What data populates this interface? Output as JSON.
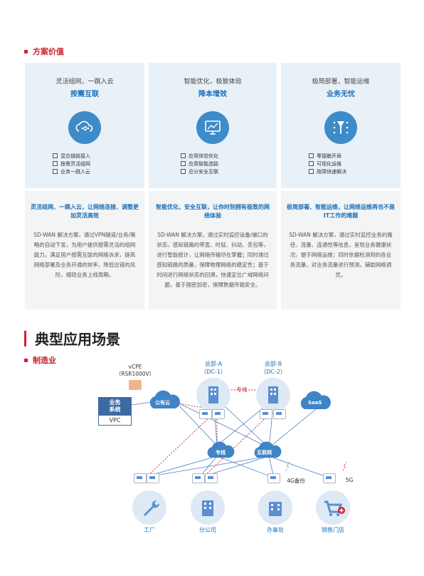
{
  "value_section": {
    "title": "方案价值"
  },
  "cards": [
    {
      "subtitle": "灵活组网，一跳入云",
      "title": "按需互联",
      "icon": "cloud-network-icon",
      "features": [
        "混合链路接入",
        "按需灵活组网",
        "业务一跳入云"
      ],
      "heading": "灵活组网、一跳入云，让网络连接、调整更加灵活高效",
      "body": "SD-WAN 解决方案，通过VPN隧道/业务/策略的自动下发，为用户提供按需灵活的组网能力，满足用户按需互联的网络诉求，提高网络部署及业务开通的效率，降低出错的风险，缩短业务上线周期。"
    },
    {
      "subtitle": "智能优化，极致体验",
      "title": "降本增效",
      "icon": "monitor-optimize-icon",
      "features": [
        "应用体验优化",
        "应用智能选路",
        "总分安全互联"
      ],
      "heading": "智能优化、安全互联，让你时刻拥有极致的网络体验",
      "body": "SD-WAN 解决方案，通过实时监控设备/端口的状态，感知链路的带宽、时延、抖动、丢包等，进行智能统计，让网络传输尽在掌握；同时通过感知链路的质量，保障物理网络的稳定性；基于时间进行网络状态的回溯，快速定位广域网络问题，基于国密加密，保障数据传输安全。"
    },
    {
      "subtitle": "极简部署，智能运维",
      "title": "业务无忧",
      "icon": "funnel-ops-icon",
      "features": [
        "零接触开局",
        "可视化运维",
        "故障快速解决"
      ],
      "heading": "极简部署、智能运维，让网络运维再也不是IT工作的难题",
      "body": "SD-WAN 解决方案，通过实时监控业务的路径、流量、连通性等信息，呈现业务健康状况，便于网络运维；同时依据检测到的各业务流量，对业务流量进行预测，辅助网络调优。"
    }
  ],
  "scenarios": {
    "title": "典型应用场景"
  },
  "industry": {
    "title": "制造业"
  },
  "diagram": {
    "vcpe": "vCPE",
    "vcpe_model": "（RSR1000V）",
    "hq_a": "总部-A",
    "hq_a_dc": "（DC-1）",
    "hq_b": "总部-B",
    "hq_b_dc": "（DC-2）",
    "dedicated_top": "专线",
    "biz_system": "业务\n系统",
    "vpc": "VPC",
    "public_cloud": "公有云",
    "saas": "SaaS",
    "dedicated_line": "专线",
    "internet": "互联网",
    "backup_4g": "4G备份",
    "link_5g": "5G",
    "sites": [
      "工厂",
      "分公司",
      "办事处",
      "销售门店"
    ],
    "colors": {
      "accent_red": "#d6202c",
      "brand_blue": "#1a6fb8",
      "line_red": "#d6202c"
    }
  }
}
